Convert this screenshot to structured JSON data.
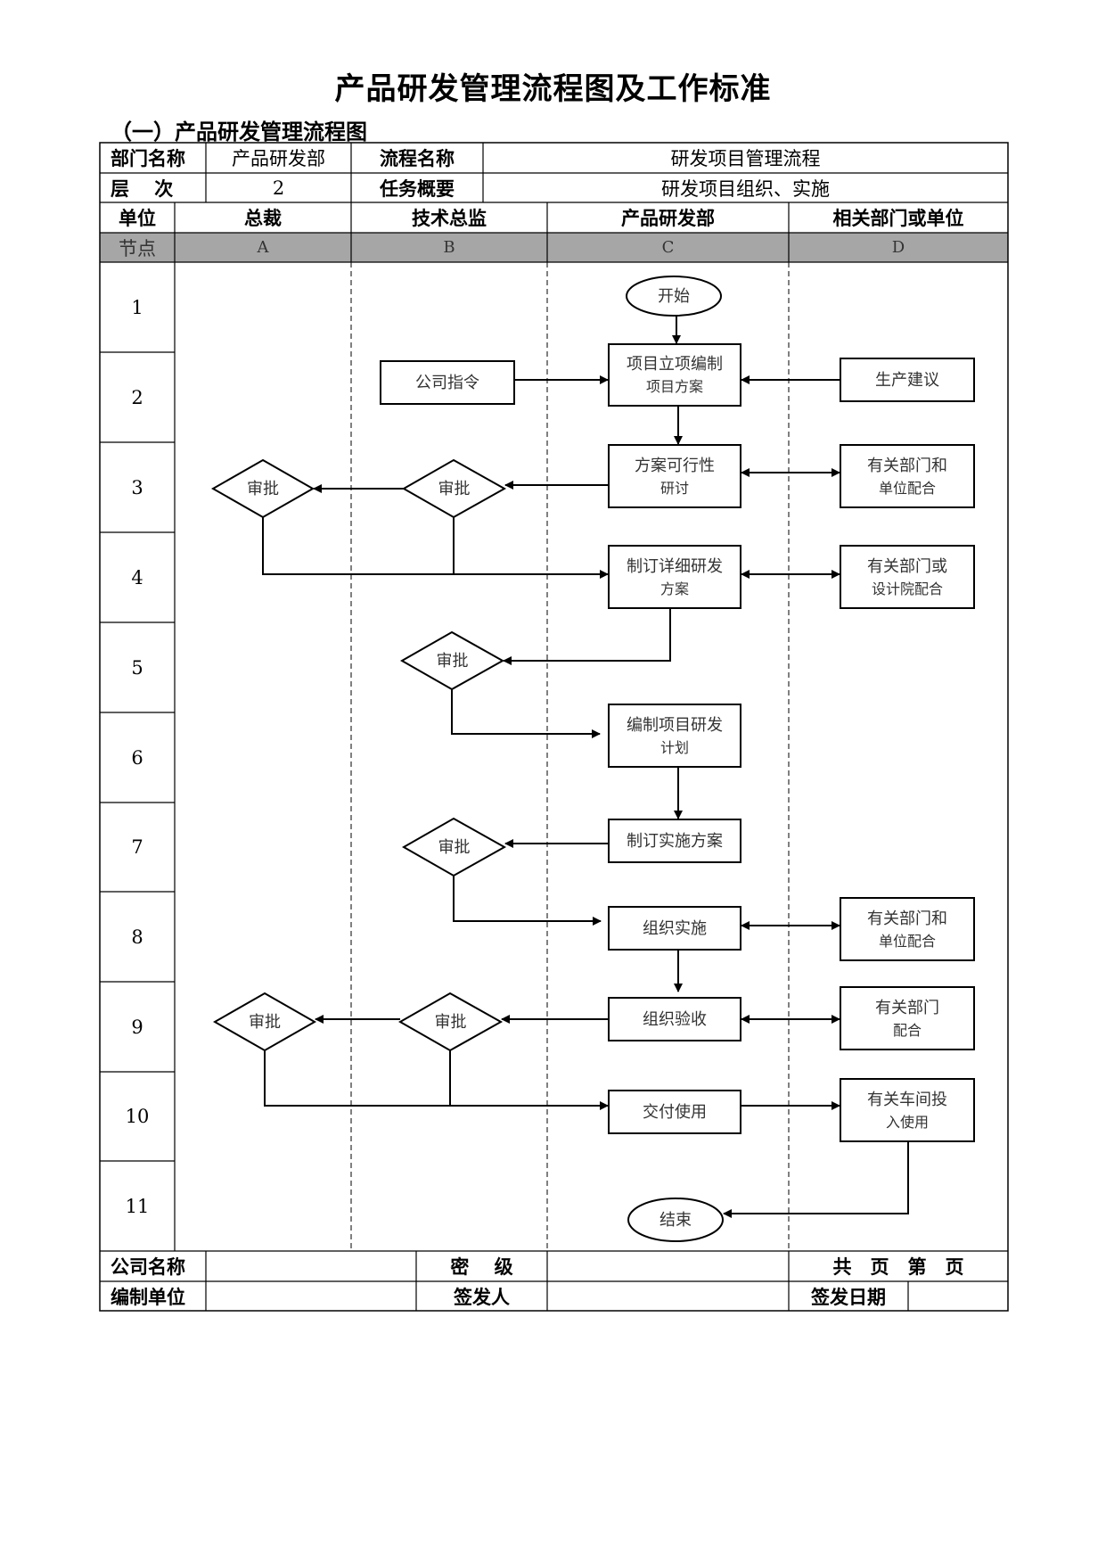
{
  "title": "产品研发管理流程图及工作标准",
  "subtitle": "（一）产品研发管理流程图",
  "header": {
    "dept_label": "部门名称",
    "dept_value": "产品研发部",
    "flow_label": "流程名称",
    "flow_value": "研发项目管理流程",
    "level_label": "层　 次",
    "level_value": "2",
    "task_label": "任务概要",
    "task_value": "研发项目组织、实施"
  },
  "lanes": {
    "unit_label": "单位",
    "node_label": "节点",
    "columns": [
      {
        "name": "总裁",
        "node": "A"
      },
      {
        "name": "技术总监",
        "node": "B"
      },
      {
        "name": "产品研发部",
        "node": "C"
      },
      {
        "name": "相关部门或单位",
        "node": "D"
      }
    ]
  },
  "rows": [
    "1",
    "2",
    "3",
    "4",
    "5",
    "6",
    "7",
    "8",
    "9",
    "10",
    "11"
  ],
  "nodes": {
    "start": "开始",
    "company_order": "公司指令",
    "project_setup": [
      "项目立项编制",
      "项目方案"
    ],
    "production_suggest": "生产建议",
    "feasibility": [
      "方案可行性",
      "研讨"
    ],
    "depts_coop_3": [
      "有关部门和",
      "单位配合"
    ],
    "approve_3a": "审批",
    "approve_3b": "审批",
    "detailed_plan": [
      "制订详细研发",
      "方案"
    ],
    "depts_design_4": [
      "有关部门或",
      "设计院配合"
    ],
    "approve_5b": "审批",
    "dev_schedule": [
      "编制项目研发",
      "计划"
    ],
    "impl_plan": "制订实施方案",
    "approve_7b": "审批",
    "organize_impl": "组织实施",
    "depts_coop_8": [
      "有关部门和",
      "单位配合"
    ],
    "approve_9a": "审批",
    "approve_9b": "审批",
    "acceptance": "组织验收",
    "depts_coop_9": [
      "有关部门",
      "配合"
    ],
    "delivery": "交付使用",
    "workshop_use": [
      "有关车间投",
      "入使用"
    ],
    "end": "结束"
  },
  "footer": {
    "company_label": "公司名称",
    "secret_label": "密　 级",
    "pages_label": "共　页　第　页",
    "unit_label": "编制单位",
    "signer_label": "签发人",
    "date_label": "签发日期"
  },
  "colors": {
    "node_row_bg": "#a6a6a6",
    "line": "#000000",
    "shape_text": "#333333"
  }
}
